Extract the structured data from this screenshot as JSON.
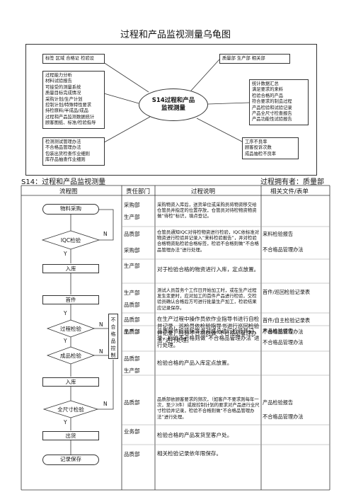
{
  "doc": {
    "title": "过程和产品监视测量乌龟图"
  },
  "turtle": {
    "top_left": "标签  区域  合格证  检验设",
    "top_right": "质量部  生产部    相关部",
    "center_line1": "S14过程和产品",
    "center_line2": "监视测量",
    "left_upper": [
      "过程能力分析",
      "材料试验报告",
      "可接受的测量系统",
      "质量目标完成情况",
      "采购计划/生产计划",
      "控制计划/特殊特性要求",
      "持检原料/半成品/成品",
      "过程和产品监测数据统计",
      "顾客图纸、标准/检验指导"
    ],
    "left_lower": [
      "检测测试管理办法",
      "不合格品管理办法",
      "包装出货检查作业细则",
      "库存品抽查作业细则"
    ],
    "right_upper": [
      "统计数据汇总",
      "满足要求的来料",
      "检验合格的产品",
      "符合要求的制造过程",
      "产品检验和试验记录",
      "产品全尺寸检查报告",
      "产品功能性试验报告"
    ],
    "right_lower": [
      "工序不良率",
      "顾客投诉次数",
      "成品抽检不良率"
    ]
  },
  "section": {
    "title": "S14：过程和产品监视测量",
    "owner": "过程拥有者：质量部"
  },
  "table": {
    "headers": [
      "流程图",
      "责任部门",
      "过程说明",
      "相关文件/表单"
    ]
  },
  "flow": {
    "purchase": "物料采购",
    "iqc": "IQC检验",
    "storage_in": "入库",
    "first_piece": "首件",
    "process_check": "过程检验",
    "finished_check": "成品检验",
    "storage_in2": "入库",
    "full_size": "全尺寸检验",
    "shipping": "出货",
    "record": "记录保存",
    "reject_label": "不合格品控制",
    "n": "N",
    "y": "Y"
  },
  "rows": [
    {
      "depts": [
        "采购部",
        "生产部"
      ],
      "desc": "采购物资入库后，送货单位或采购员将物资移交给仓管员并指定的位置存放，仓管员对待检物资物资做“待检”标识，填点登记。",
      "forms": []
    },
    {
      "depts": [
        "品质部",
        "采购部"
      ],
      "desc": "仓管员通知IQC对待检物资进行检验，IQC依标准对物资进行检验并记录入“来料检验报告”，并对检验合格物资贴检验合格标签，检验不合格则做“不合格品管理办法”进行处理。",
      "forms": [
        "来料检验报告",
        "不合格品管理办法"
      ]
    },
    {
      "depts": [
        "生产部"
      ],
      "desc": "对于检验合格的物资进行入库，定点放置。",
      "forms": []
    },
    {
      "depts": [
        "生产部",
        "品质部"
      ],
      "desc": "测试人员首务个工作日开始加工时，或在生产过程发生变更时，应对加工的首件产品进行检验，交检验员确认合格后方可进行批量生产加工，检验结果应记录保存。",
      "forms": [
        "首件/巡回检验记录表"
      ]
    },
    {
      "depts": [
        "品质部",
        "生产部"
      ],
      "desc": "在生产过程中操作员依作业指导书进行自检并记录，巡检员依检验指导书进行巡回检验并记录，检验不合格则做“不合格品管理办法”进行处理。",
      "forms": [
        "首件/自主检验记录表",
        "不合格品管理办法"
      ]
    },
    {
      "depts": [
        "品质部"
      ],
      "desc": "品质部依检验指导书对成品进行检验并记录，检验不合格则做“不合格品管理办法”进行处理。",
      "forms": [
        "产品检验报告",
        "不合格品管理办法"
      ]
    },
    {
      "depts": [
        "品质部",
        "生产部"
      ],
      "desc": "检验合格的产品入库定点放置。",
      "forms": []
    },
    {
      "depts": [
        "品质部"
      ],
      "desc": "品质部依顾客要求的频次，（如客户不要求则每年一次，至少3件）或按控制计划的要求对产品进行全尺寸检验并记录，检验不合格则做“不合格品管理办法”进行处理。",
      "forms": [
        "产品检验报告",
        "不合格品管理办法"
      ]
    },
    {
      "depts": [
        "业务部"
      ],
      "desc": "检验合格的产品发货至客户处。",
      "forms": []
    },
    {
      "depts": [
        "品质部"
      ],
      "desc": "相关检验记录依年限保存。",
      "forms": []
    }
  ]
}
